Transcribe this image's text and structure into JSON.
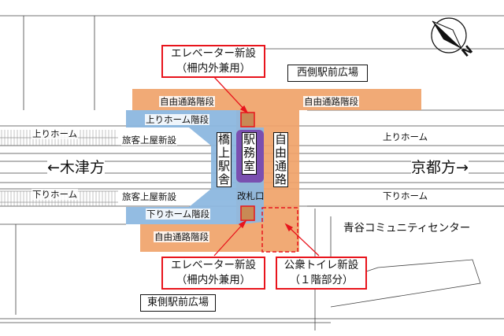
{
  "directions": {
    "west": "←木津方",
    "east": "京都方→"
  },
  "plazas": {
    "west": "西側駅前広場",
    "east": "東側駅前広場"
  },
  "building": "青谷コミュニティセンター",
  "labels": {
    "free_passage_stairs_top_left": "自由通路階段",
    "free_passage_stairs_top_right": "自由通路階段",
    "free_passage_stairs_bottom": "自由通路階段",
    "up_platform_stairs": "上りホーム階段",
    "down_platform_stairs": "下りホーム階段",
    "canopy_top": "旅客上屋新設",
    "canopy_bottom": "旅客上屋新設",
    "up_platform_left": "上りホーム",
    "up_platform_right": "上りホーム",
    "down_platform_left": "下りホーム",
    "down_platform_right": "下りホーム",
    "bridge_station": "橋上駅舎",
    "station_office": "駅務室",
    "free_passage": "自由通路",
    "ticket_gate": "改札口"
  },
  "callouts": {
    "elevator_top": {
      "line1": "エレベーター新設",
      "line2": "（柵内外兼用）"
    },
    "elevator_bottom": {
      "line1": "エレベーター新設",
      "line2": "（柵内外兼用）"
    },
    "toilet": {
      "line1": "公衆トイレ新設",
      "line2": "（１階部分）"
    }
  },
  "compass": {
    "label": "N"
  },
  "colors": {
    "free_passage": "#f0a36a",
    "station": "#8db8e0",
    "office": "#7a4fb0",
    "callout": "#e8141c"
  }
}
